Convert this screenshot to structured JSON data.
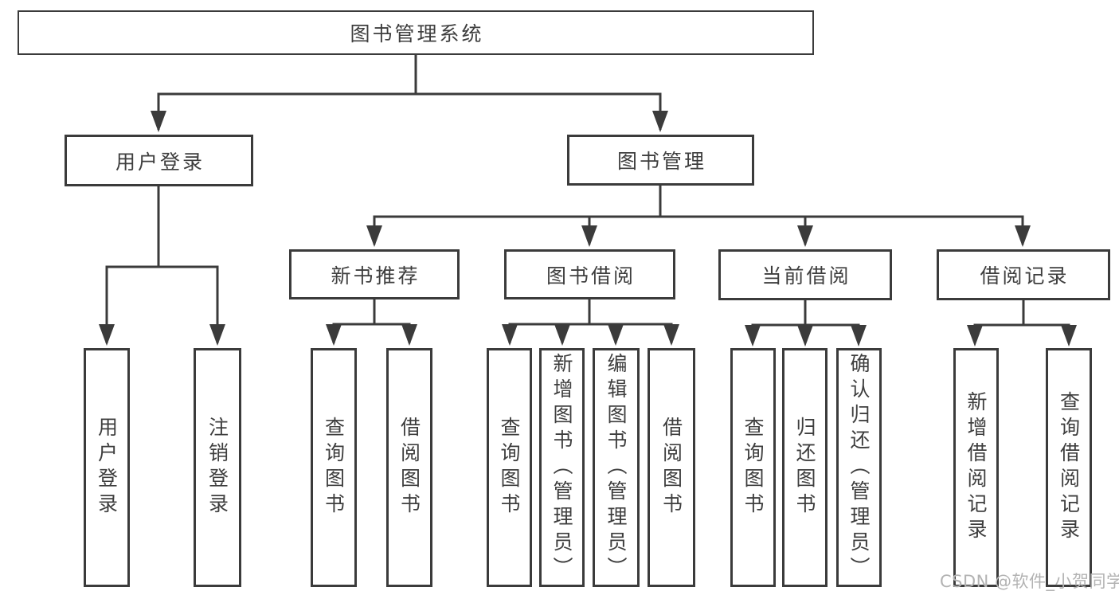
{
  "colors": {
    "line": "#3b3b3b",
    "text": "#3e3e3e",
    "box_background": "#ffffff",
    "watermark": "#b3b3b3",
    "background": "#ffffff"
  },
  "tree": {
    "root": {
      "label": "图书管理系统"
    },
    "branches": [
      {
        "label": "用户登录",
        "children": [
          {
            "label": "用户登录"
          },
          {
            "label": "注销登录"
          }
        ]
      },
      {
        "label": "图书管理",
        "children": [
          {
            "label": "新书推荐",
            "children": [
              {
                "label": "查询图书"
              },
              {
                "label": "借阅图书"
              }
            ]
          },
          {
            "label": "图书借阅",
            "children": [
              {
                "label": "查询图书"
              },
              {
                "label": "新增图书（管理员）"
              },
              {
                "label": "编辑图书（管理员）"
              },
              {
                "label": "借阅图书"
              }
            ]
          },
          {
            "label": "当前借阅",
            "children": [
              {
                "label": "查询图书"
              },
              {
                "label": "归还图书"
              },
              {
                "label": "确认归还（管理员）"
              }
            ]
          },
          {
            "label": "借阅记录",
            "children": [
              {
                "label": "新增借阅记录"
              },
              {
                "label": "查询借阅记录"
              }
            ]
          }
        ]
      }
    ]
  },
  "watermark": {
    "text": "CSDN @软件_小贺同学"
  }
}
